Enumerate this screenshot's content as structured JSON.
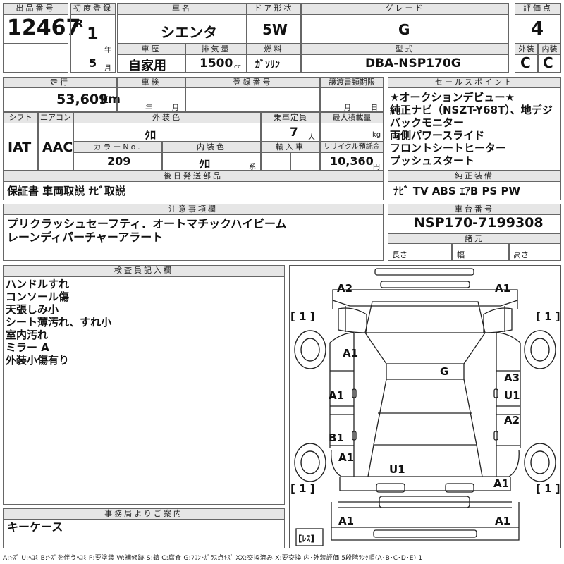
{
  "header": {
    "lot_no_label": "出品番号",
    "lot_no": "12467",
    "first_reg_label": "初度登録",
    "era": "R",
    "year": "1",
    "year_unit": "年",
    "month": "5",
    "month_unit": "月",
    "car_name_label": "車名",
    "car_name": "シエンタ",
    "door_label": "ドア形状",
    "door": "5W",
    "grade_label": "グレード",
    "grade": "G",
    "score_label": "評価点",
    "score": "4",
    "history_label": "車歴",
    "history": "自家用",
    "displacement_label": "排気量",
    "displacement": "1500",
    "displacement_unit": "cc",
    "fuel_label": "燃料",
    "fuel": "ｶﾞｿﾘﾝ",
    "model_label": "型式",
    "model": "DBA-NSP170G",
    "exterior_label": "外装",
    "exterior": "C",
    "interior_label": "内装",
    "interior": "C"
  },
  "row2": {
    "mileage_label": "走行",
    "mileage": "53,609",
    "mileage_unit": "km",
    "inspection_label": "車検",
    "insp_year_unit": "年",
    "insp_month_unit": "月",
    "reg_no_label": "登録番号",
    "transfer_label": "譲渡書類期限",
    "transfer_month_unit": "月",
    "transfer_day_unit": "日",
    "shift_label": "シフト",
    "shift": "IAT",
    "ac_label": "エアコン",
    "ac": "AAC",
    "ext_color_label": "外装色",
    "ext_color": "ｸﾛ",
    "capacity_label": "乗車定員",
    "capacity": "7",
    "capacity_unit": "人",
    "max_load_label": "最大積載量",
    "max_load_unit": "kg",
    "color_no_label": "カラーNo.",
    "color_no": "209",
    "int_color_label": "内装色",
    "int_color": "ｸﾛ",
    "int_color_unit": "系",
    "import_label": "輸入車",
    "recycle_label": "リサイクル預託金",
    "recycle": "10,360",
    "recycle_unit": "円"
  },
  "later_parts": {
    "label": "後日発送部品",
    "value": "保証書 車両取説 ﾅﾋﾞ取説"
  },
  "sales_points": {
    "label": "セールスポイント",
    "lines": [
      "★オークションデビュー★",
      "純正ナビ（NSZT-Y68T）、地デジ",
      "バックモニター",
      "両側パワースライド",
      "フロントシートヒーター",
      "プッシュスタート"
    ]
  },
  "equipment": {
    "label": "純正装備",
    "value": "ﾅﾋﾞ TV ABS ｴｱB PS PW"
  },
  "caution": {
    "label": "注意事項欄",
    "lines": [
      "プリクラッシュセーフティ．オートマチックハイビーム",
      "レーンディパーチャーアラート"
    ]
  },
  "chassis": {
    "label": "車台番号",
    "value": "NSP170-7199308"
  },
  "specs": {
    "label": "諸元",
    "length": "長さ",
    "width": "幅",
    "height": "高さ"
  },
  "inspector": {
    "label": "検査員記入欄",
    "lines": [
      "ハンドルすれ",
      "コンソール傷",
      "天張しみ小",
      "シート薄汚れ、すれ小",
      "室内汚れ",
      "ミラー A",
      "外装小傷有り"
    ]
  },
  "diagram": {
    "marks": {
      "front_left": "A2",
      "front_right": "A1",
      "tire_fl": "[ 1 ]",
      "tire_fr": "[ 1 ]",
      "tire_rl": "[ 1 ]",
      "tire_rr": "[ 1 ]",
      "left_fender": "A1",
      "hood_g": "G",
      "left_front_door": "A1",
      "right_front_door_a": "A3",
      "right_front_door_u": "U1",
      "left_rear_door": "B1",
      "right_rear_door": "A2",
      "left_quarter": "A1",
      "roof_u": "U1",
      "right_quarter": "A1",
      "rear_left": "A1",
      "rear_right": "A1",
      "spare": "[ﾚｽ]"
    }
  },
  "office": {
    "label": "事務局よりご案内",
    "value": "キーケース"
  },
  "legend": "A:ｷｽﾞ U:ﾍｺﾐ B:ｷｽﾞを伴うﾍｺﾐ P:要塗装 W:補修跡 S:錆 C:腐食 G:ﾌﾛﾝﾄｶﾞﾗｽ点ｷｽﾞ XX:交換済み X:要交換 内･外装評価 5段階ﾗﾝｸ順(A･B･C･D･E) 1"
}
